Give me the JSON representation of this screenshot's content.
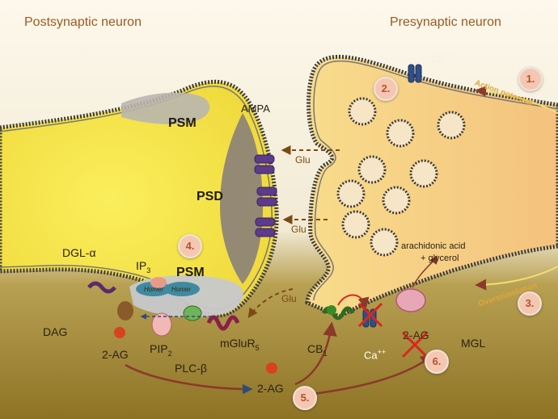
{
  "headers": {
    "postsynaptic": "Postsynaptic neuron",
    "presynaptic": "Presynaptic neuron"
  },
  "zones": {
    "psm_top": "PSM",
    "psd": "PSD",
    "psm_bottom": "PSM"
  },
  "labels": {
    "ampa": "AMPA",
    "glu": "Glu",
    "dgl_alpha": "DGL-α",
    "ip3": "IP",
    "ip3_sub": "3",
    "homer": "Homer",
    "dag": "DAG",
    "two_ag": "2-AG",
    "pip2": "PIP",
    "pip2_sub": "2",
    "plc_beta": "PLC-β",
    "mglur5": "mGluR",
    "mglur5_sub": "5",
    "cb1": "CB",
    "cb1_sub": "1",
    "ca": "Ca",
    "ca_sup": "++",
    "mgl": "MGL",
    "arachidonic": "arachidonic acid",
    "glycerol": "+ glycerol",
    "action_potential": "Action potential",
    "overstimulation": "Overstimulation"
  },
  "steps": [
    "1.",
    "2.",
    "3.",
    "4.",
    "5.",
    "6."
  ],
  "colors": {
    "cytoplasm_post": "#f6e64a",
    "cytoplasm_pre": "#f6cf85",
    "extracellular": "#b49a49",
    "header": "#9a5a22",
    "step_badge": "#f5c7b2",
    "step_text": "#b0532f",
    "arrow": "#8a3a2a",
    "glu_arrow": "#7a4a12",
    "inhibition_x": "#d8281e",
    "receptor": "#5b3b8a",
    "membrane": "#4a4a4a"
  },
  "icons": {
    "vesicle": "vesicle-icon",
    "receptor": "ampa-receptor-icon",
    "channel": "calcium-channel-icon",
    "enzyme": "enzyme-icon"
  }
}
